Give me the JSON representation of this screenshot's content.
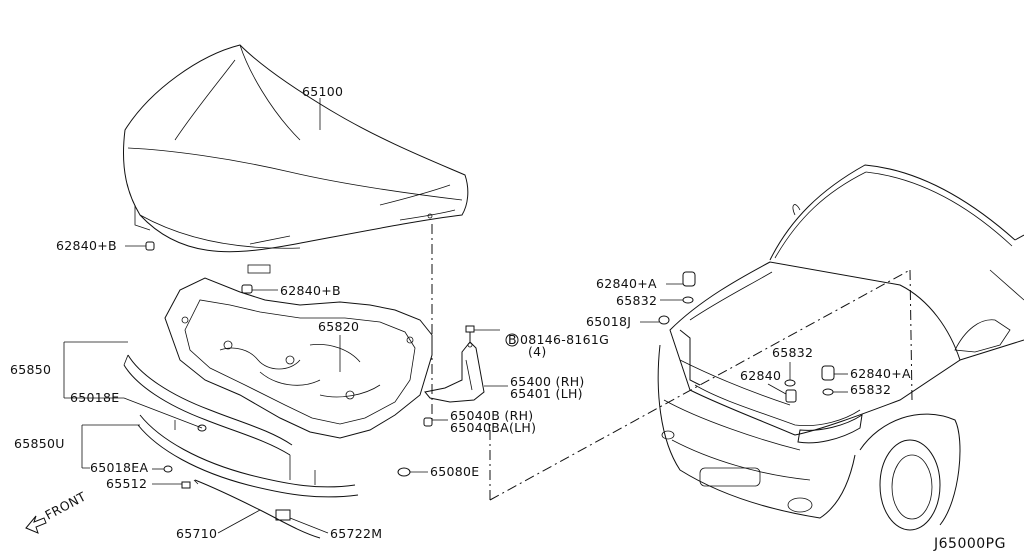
{
  "labels": {
    "hood": "65100",
    "bumper_left_top": "62840+B",
    "bumper_center": "62840+B",
    "insulator": "65820",
    "seal_upper": "65850",
    "clip_upper": "65018E",
    "seal_lower": "65850U",
    "clip_lower": "65018EA",
    "clip_small": "65512",
    "rod": "65710",
    "grommet_rod": "65722M",
    "bolt": "08146-8161G",
    "bolt_qty": "(4)",
    "bolt_circle": "B",
    "hinge_rh": "65400 (RH)",
    "hinge_lh": "65401 (LH)",
    "stay_rh": "65040B  (RH)",
    "stay_lh": "65040BA(LH)",
    "washer": "65080E",
    "bumper_a1": "62840+A",
    "cap1": "65832",
    "clip_j": "65018J",
    "cap2": "65832",
    "bumper_main": "62840",
    "bumper_a2": "62840+A",
    "cap3": "65832",
    "front": "FRONT",
    "ref": "J65000PG"
  },
  "icons": [
    "front-arrow-icon",
    "bolt-circle-icon"
  ]
}
